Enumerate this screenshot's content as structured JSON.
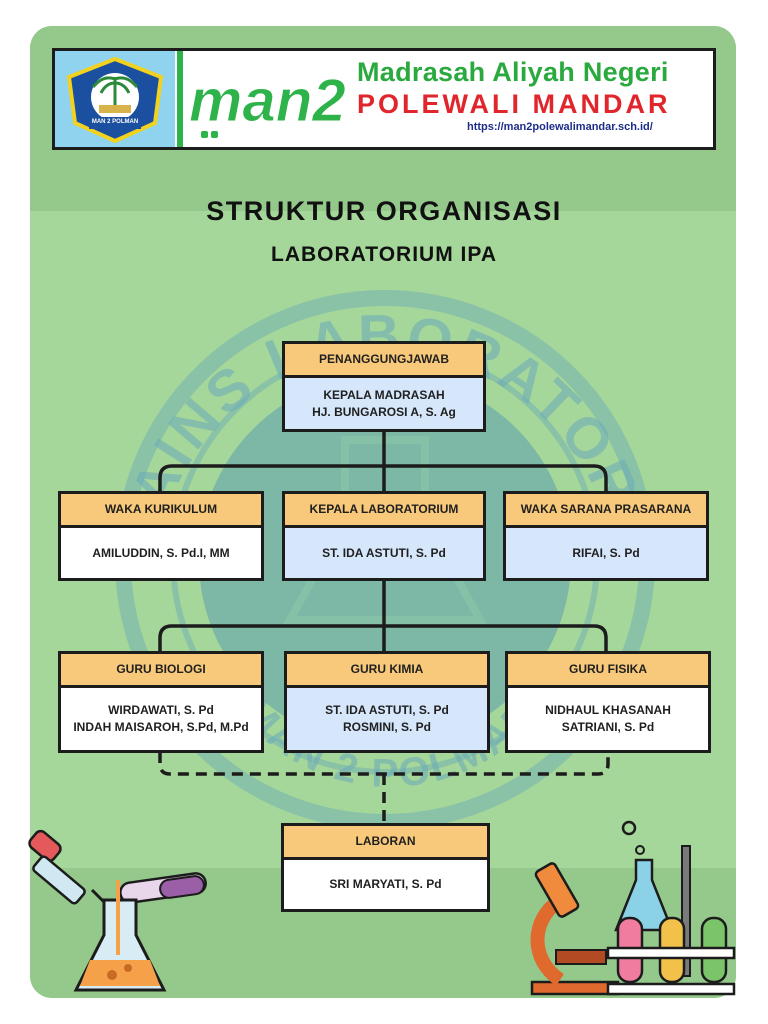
{
  "header": {
    "badge_text": "MAN 2 POLMAN",
    "man2_logo_text": "man2",
    "school_name": "Madrasah Aliyah Negeri",
    "school_region": "POLEWALI MANDAR",
    "url": "https://man2polewalimandar.sch.id/"
  },
  "watermark": {
    "top_text": "SAINS LABORATORY",
    "bottom_text": "MAN 2 POLMAN"
  },
  "title": {
    "main": "STRUKTUR ORGANISASI",
    "sub": "LABORATORIUM IPA"
  },
  "org": {
    "penanggungjawab": {
      "role": "PENANGGUNGJAWAB",
      "lines": [
        "KEPALA MADRASAH",
        "HJ. BUNGAROSI A, S. Ag"
      ]
    },
    "waka_kurikulum": {
      "role": "WAKA KURIKULUM",
      "lines": [
        "AMILUDDIN, S. Pd.I, MM"
      ]
    },
    "kepala_lab": {
      "role": "KEPALA LABORATORIUM",
      "lines": [
        "ST. IDA ASTUTI, S. Pd"
      ]
    },
    "waka_sarana": {
      "role": "WAKA SARANA PRASARANA",
      "lines": [
        "RIFAI, S. Pd"
      ]
    },
    "guru_biologi": {
      "role": "GURU BIOLOGI",
      "lines": [
        "WIRDAWATI, S. Pd",
        "INDAH MAISAROH, S.Pd, M.Pd"
      ]
    },
    "guru_kimia": {
      "role": "GURU KIMIA",
      "lines": [
        "ST. IDA ASTUTI, S. Pd",
        "ROSMINI, S. Pd"
      ]
    },
    "guru_fisika": {
      "role": "GURU FISIKA",
      "lines": [
        "NIDHAUL KHASANAH",
        "SATRIANI, S. Pd"
      ]
    },
    "laboran": {
      "role": "LABORAN",
      "lines": [
        "SRI MARYATI, S. Pd"
      ]
    }
  },
  "colors": {
    "poster_bg": "#a5d69a",
    "band": "#94c98b",
    "box_header": "#f8c97a",
    "box_border": "#1c1c1c",
    "title_green": "#2aa93e",
    "title_red": "#e0262c",
    "watermark": "#5c9fb0"
  }
}
